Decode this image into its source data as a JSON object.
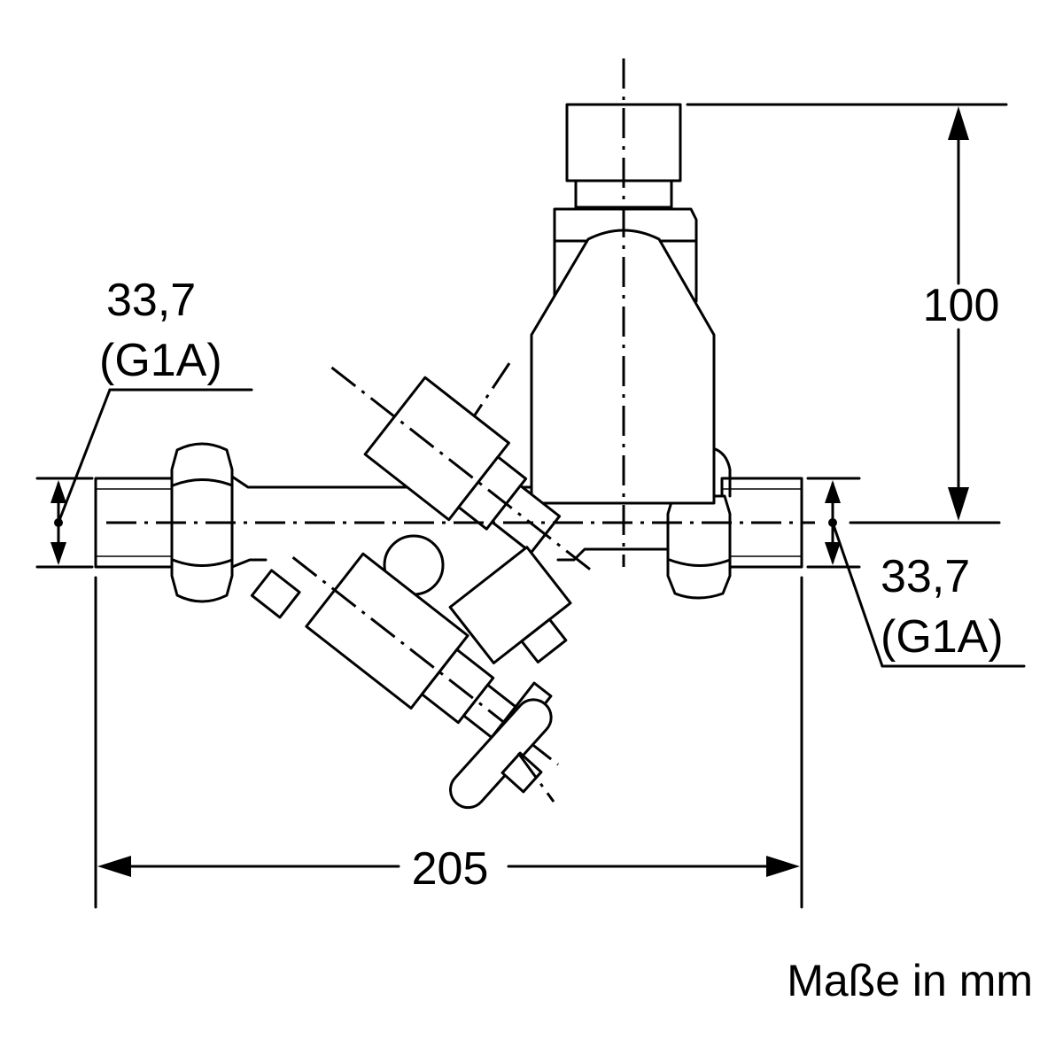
{
  "dimensions": {
    "height": "100",
    "width": "205",
    "left_diameter": "33,7",
    "left_thread": "(G1A)",
    "right_diameter": "33,7",
    "right_thread": "(G1A)"
  },
  "units_note": "Maße in mm"
}
